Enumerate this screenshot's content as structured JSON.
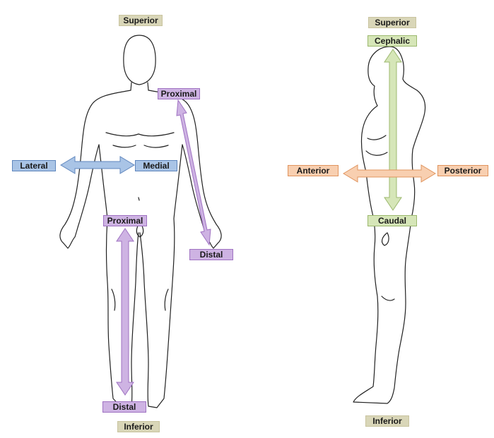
{
  "front_view": {
    "superior": "Superior",
    "inferior": "Inferior",
    "lateral": "Lateral",
    "medial": "Medial",
    "arm_proximal": "Proximal",
    "arm_distal": "Distal",
    "leg_proximal": "Proximal",
    "leg_distal": "Distal"
  },
  "side_view": {
    "superior": "Superior",
    "inferior": "Inferior",
    "cephalic": "Cephalic",
    "caudal": "Caudal",
    "anterior": "Anterior",
    "posterior": "Posterior"
  },
  "colors": {
    "lateral_medial": "#a9c4e6",
    "proximal_distal": "#ceb3e3",
    "cephalic_caudal": "#d6e6b8",
    "anterior_posterior": "#f8cfb0",
    "superior_inferior": "#d9d6b8"
  }
}
